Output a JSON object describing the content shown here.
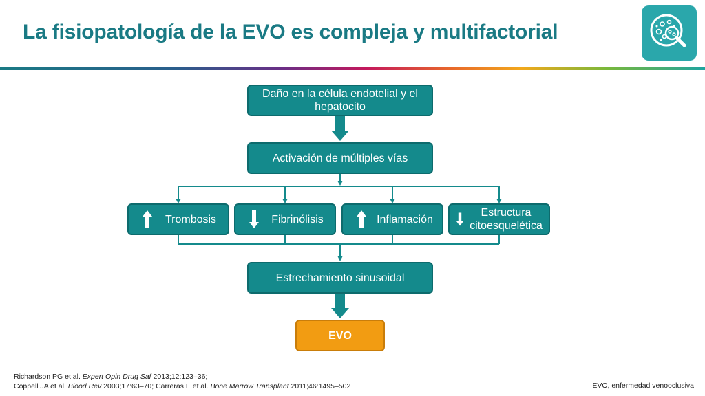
{
  "title": "La fisiopatología de la EVO es compleja y multifactorial",
  "header_icon": "microscope-cells-magnifier-icon",
  "colors": {
    "teal": "#148a8c",
    "orange": "#f29c12",
    "title": "#1a7a84"
  },
  "flow": {
    "top": "Daño en la célula endotelial y el hepatocito",
    "activation": "Activación de múltiples vías",
    "pathways": [
      {
        "label": "Trombosis",
        "direction": "up"
      },
      {
        "label": "Fibrinólisis",
        "direction": "down"
      },
      {
        "label": "Inflamación",
        "direction": "up"
      },
      {
        "label": "Estructura citoesquelética",
        "direction": "down"
      }
    ],
    "narrowing": "Estrechamiento sinusoidal",
    "outcome": "EVO"
  },
  "references": {
    "line1_a": "Richardson PG et al. ",
    "line1_journal": "Expert Opin Drug Saf",
    "line1_b": " 2013;12:123–36;",
    "line2_a": "Coppell JA et al. ",
    "line2_journal1": "Blood Rev",
    "line2_b": " 2003;17:63–70; Carreras E et al. ",
    "line2_journal2": "Bone Marrow Transplant",
    "line2_c": " 2011;46:1495–502"
  },
  "abbreviation": "EVO, enfermedad venooclusiva"
}
